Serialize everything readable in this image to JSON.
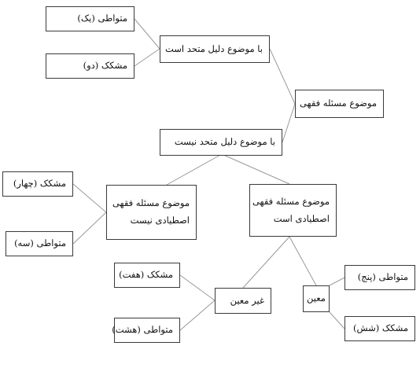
{
  "diagram": {
    "root": {
      "label": "موضوع مسئله فقهی"
    },
    "branch_united": {
      "label": "با موضوع دلیل متحد است"
    },
    "branch_not_united": {
      "label": "با موضوع دلیل متحد نیست"
    },
    "leaf_1": {
      "label": "متواطی (یک)"
    },
    "leaf_2": {
      "label": "مشکک (دو)"
    },
    "nonreal": {
      "line1": "موضوع مسئله فقهی",
      "line2": "اصطیادی نیست"
    },
    "real": {
      "line1": "موضوع مسئله فقهی",
      "line2": "اصطیادی است"
    },
    "leaf_4": {
      "label": "مشکک (چهار)"
    },
    "leaf_3": {
      "label": "متواطی (سه)"
    },
    "indefinite": {
      "label": "غیر معین"
    },
    "definite": {
      "label": "معین"
    },
    "leaf_7": {
      "label": "مشکک (هفت)"
    },
    "leaf_8": {
      "label": "متواطی (هشت)"
    },
    "leaf_5": {
      "label": "متواطی (پنج)"
    },
    "leaf_6": {
      "label": "مشکک (شش)"
    }
  }
}
